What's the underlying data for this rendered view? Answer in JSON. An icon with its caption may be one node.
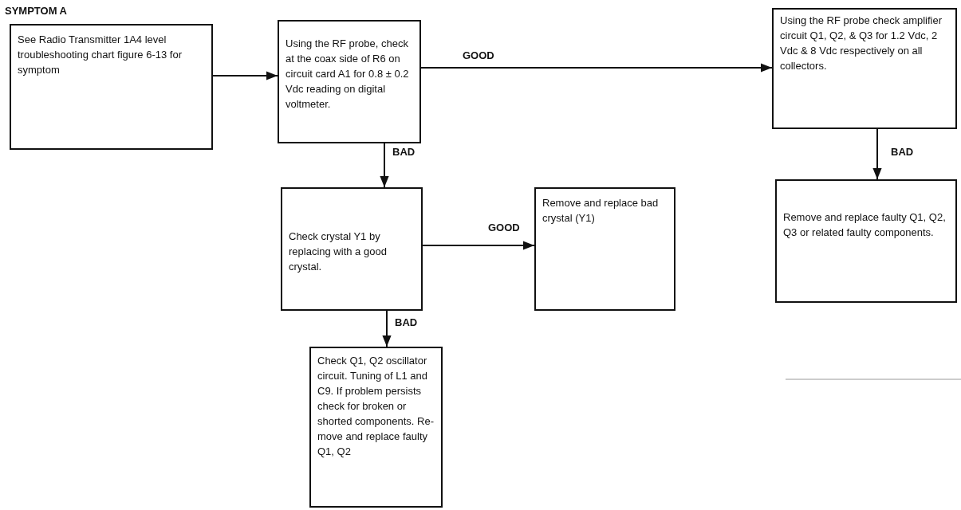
{
  "diagram": {
    "title": "SYMPTOM A",
    "nodes": [
      {
        "text": [
          "See Radio Transmitter 1A4 level troubleshooting chart figure 6-13 for symptom"
        ]
      },
      {
        "text": [
          "Using the RF probe, check at the coax side of R6 on circuit card A1 for 0.8 ± 0.2 Vdc reading on digital voltmeter."
        ]
      },
      {
        "text": [
          "Using the RF probe check amplifier circuit Q1, Q2, & Q3 for 1.2 Vdc, 2 Vdc & 8 Vdc respectively on all collectors."
        ]
      },
      {
        "text": [
          "Remove and replace faulty Q1, Q2, Q3 or related faulty components."
        ]
      },
      {
        "text": [
          "Check crystal Y1 by replacing with a good crystal."
        ]
      },
      {
        "text": [
          "Remove and replace bad crystal (Y1)"
        ]
      },
      {
        "text": [
          "Check Q1, Q2 oscillator circuit. Tuning of L1 and C9. If problem persists check for broken or shorted components. Re-move and replace faulty Q1, Q2"
        ]
      }
    ],
    "edges": [
      {
        "from": 0,
        "to": 1,
        "arrow": "to"
      },
      {
        "from": 1,
        "to": 2,
        "arrow": "to",
        "label": "GOOD"
      },
      {
        "from": 1,
        "to": 4,
        "arrow": "to",
        "label": "BAD"
      },
      {
        "from": 2,
        "to": 3,
        "arrow": "to",
        "label": "BAD"
      },
      {
        "from": 4,
        "to": 5,
        "arrow": "to",
        "label": "GOOD"
      },
      {
        "from": 4,
        "to": 6,
        "arrow": "to",
        "label": "BAD"
      }
    ]
  }
}
